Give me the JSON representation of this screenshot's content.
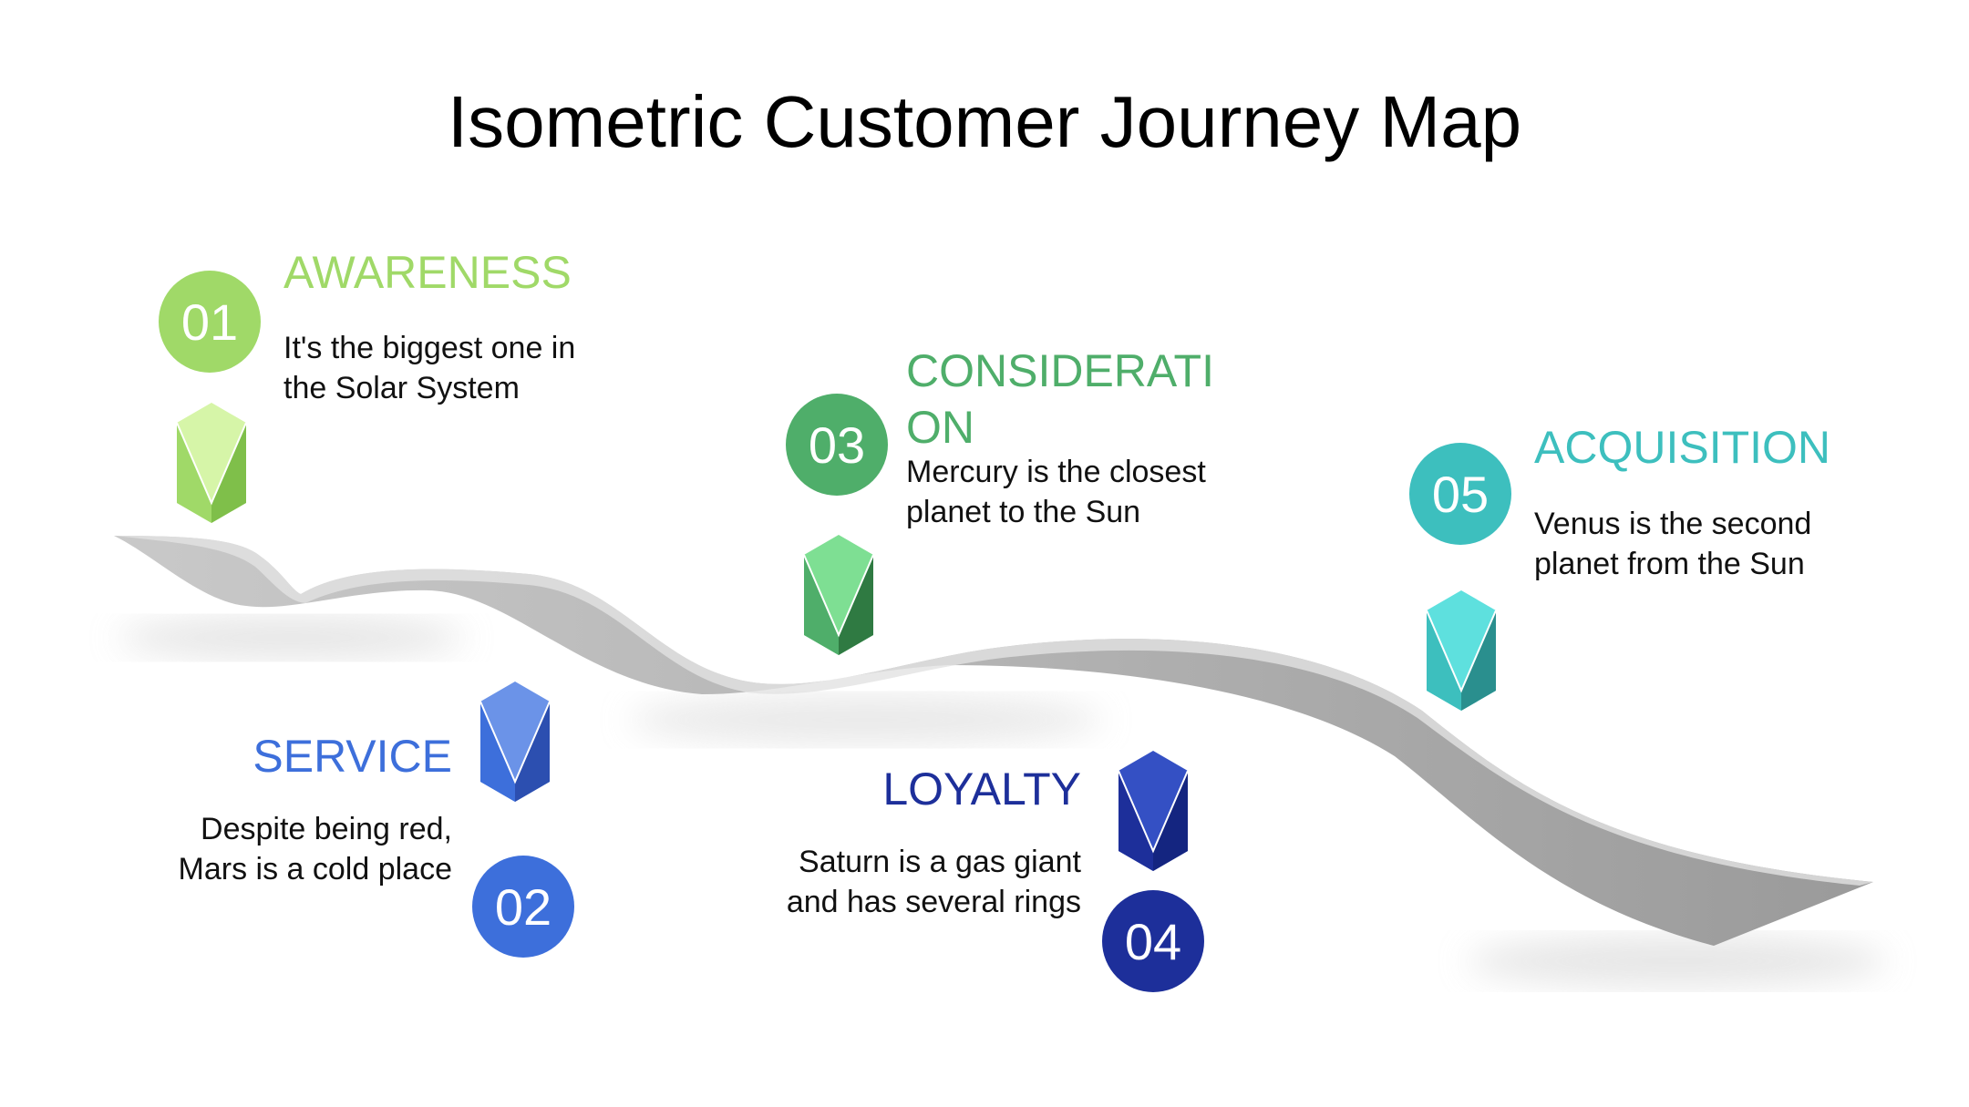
{
  "title": "Isometric Customer Journey Map",
  "stages": [
    {
      "number": "01",
      "title": "AWARENESS",
      "desc_line1": "It's the biggest one in",
      "desc_line2": "the Solar System",
      "color": "#a0d968",
      "gem_icon": "hexagonal-gem-icon"
    },
    {
      "number": "02",
      "title": "SERVICE",
      "desc_line1": "Despite being red,",
      "desc_line2": "Mars is a cold place",
      "color": "#3d6fdb",
      "gem_icon": "hexagonal-gem-icon"
    },
    {
      "number": "03",
      "title_line1": "CONSIDERATI",
      "title_line2": "ON",
      "desc_line1": "Mercury is the closest",
      "desc_line2": "planet to the Sun",
      "color": "#4fae6a",
      "gem_icon": "hexagonal-gem-icon"
    },
    {
      "number": "04",
      "title": "LOYALTY",
      "desc_line1": "Saturn is a gas giant",
      "desc_line2": "and has several rings",
      "color": "#1d2f9a",
      "gem_icon": "hexagonal-gem-icon"
    },
    {
      "number": "05",
      "title": "ACQUISITION",
      "desc_line1": "Venus is the second",
      "desc_line2": "planet from the Sun",
      "color": "#3dbfbe",
      "gem_icon": "hexagonal-gem-icon"
    }
  ],
  "colors": {
    "ribbon": "#b5b5b5",
    "ribbon_shadow": "#e4e4e4"
  }
}
